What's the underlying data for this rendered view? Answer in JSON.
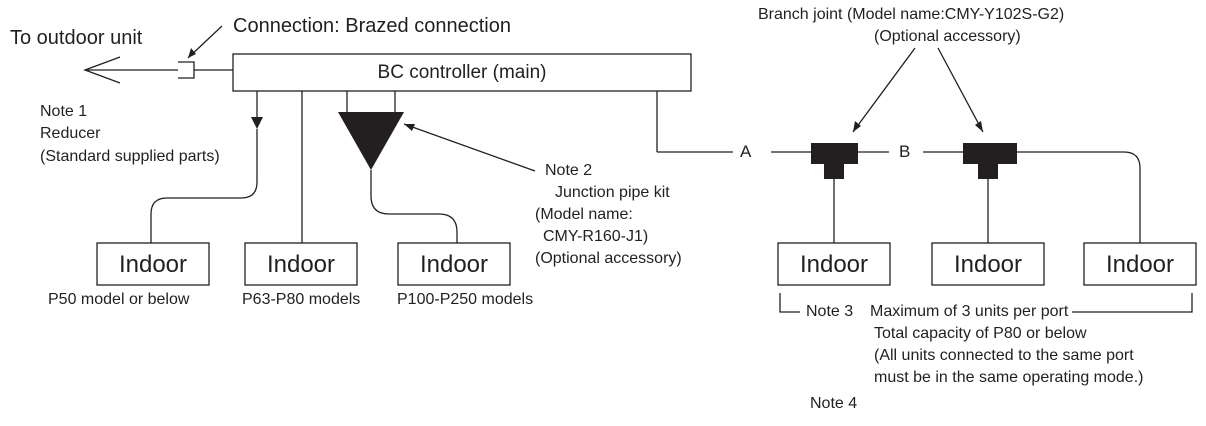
{
  "labels": {
    "to_outdoor": "To outdoor unit",
    "connection": "Connection: Brazed connection",
    "bc_controller": "BC controller (main)",
    "note1": "Note 1",
    "reducer": "Reducer",
    "reducer_parts": "(Standard supplied parts)",
    "note2": "Note 2",
    "junction_kit": "Junction pipe kit",
    "junction_model_label": "(Model name:",
    "junction_model": "CMY-R160-J1)",
    "junction_optional": "(Optional accessory)",
    "branch_joint": "Branch joint (Model name:CMY-Y102S-G2)",
    "branch_optional": "(Optional accessory)",
    "pipe_a": "A",
    "pipe_b": "B",
    "note3": "Note 3",
    "note3_line1": "Maximum of 3 units per port",
    "note3_line2": "Total capacity of P80 or below",
    "note3_line3": "(All units connected to the same port",
    "note3_line4": "must be in the same operating mode.)",
    "note4": "Note 4"
  },
  "indoor_units": [
    {
      "label": "Indoor",
      "model": "P50 model or below"
    },
    {
      "label": "Indoor",
      "model": "P63-P80 models"
    },
    {
      "label": "Indoor",
      "model": "P100-P250 models"
    },
    {
      "label": "Indoor",
      "model": ""
    },
    {
      "label": "Indoor",
      "model": ""
    },
    {
      "label": "Indoor",
      "model": ""
    }
  ]
}
